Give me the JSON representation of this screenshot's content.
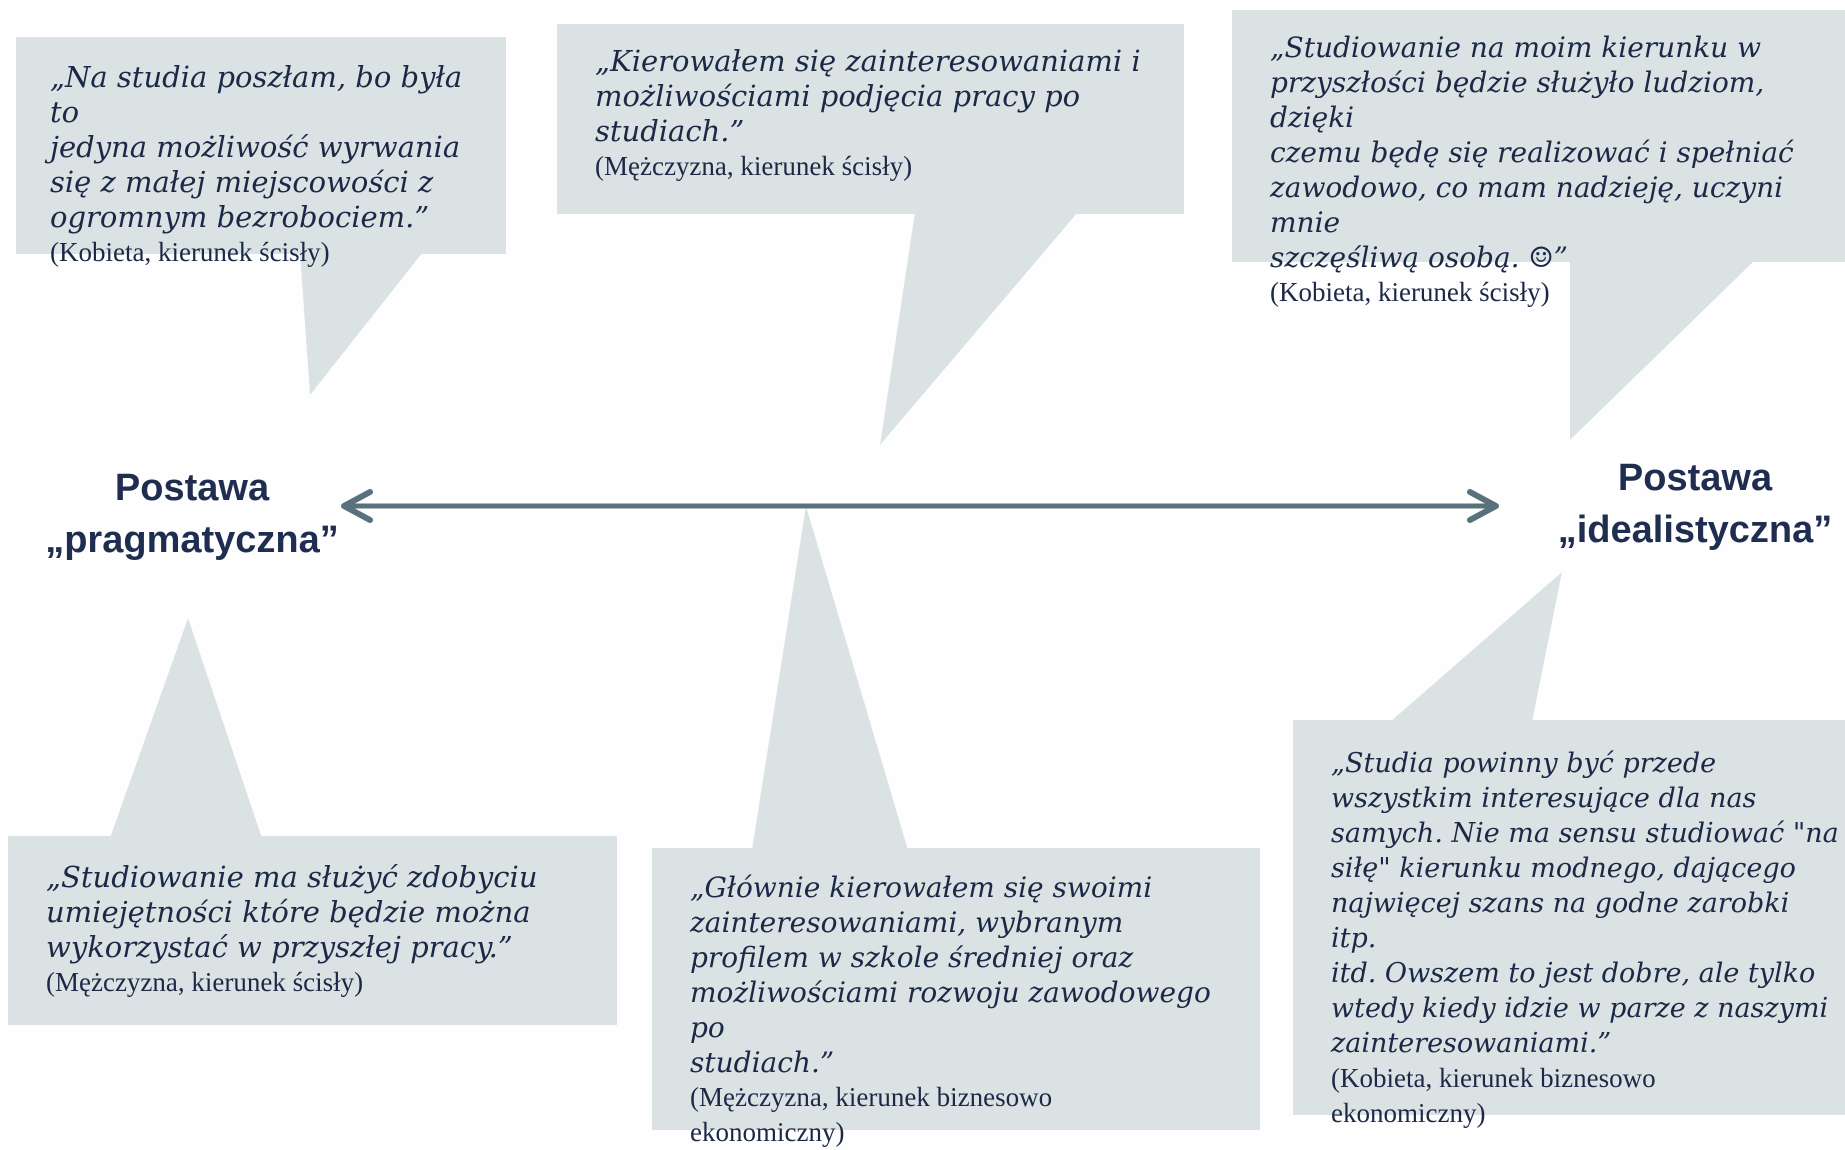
{
  "axis": {
    "left_label": "Postawa\n„pragmatyczna”",
    "right_label": "Postawa\n„idealistyczna”",
    "arrow_color": "#59717a"
  },
  "colors": {
    "bubble": "#dbe2e4",
    "text": "#1b2947"
  },
  "quotes": [
    {
      "text": "„Na studia poszłam, bo była to\njedyna możliwość wyrwania\nsię z małej miejscowości z\nogromnym bezrobociem.”",
      "author": "(Kobieta, kierunek ścisły)"
    },
    {
      "text": "„Kierowałem się zainteresowaniami i\nmożliwościami podjęcia pracy po\nstudiach.”",
      "author": "(Mężczyzna, kierunek ścisły)"
    },
    {
      "text": "„Studiowanie na moim kierunku w\nprzyszłości będzie służyło ludziom, dzięki\nczemu będę się realizować i spełniać\nzawodowo, co mam nadzieję, uczyni mnie\nszczęśliwą osobą. ☺”",
      "author": "(Kobieta, kierunek ścisły)"
    },
    {
      "text": "„Studiowanie ma służyć zdobyciu\numiejętności które będzie można\nwykorzystać w przyszłej pracy.”",
      "author": "(Mężczyzna, kierunek ścisły)"
    },
    {
      "text": "„Głównie kierowałem się swoimi\nzainteresowaniami, wybranym\nprofilem w szkole średniej oraz\nmożliwościami rozwoju zawodowego po\nstudiach.”",
      "author": "(Mężczyzna, kierunek  biznesowo\nekonomiczny)"
    },
    {
      "text": "„Studia powinny być przede\nwszystkim interesujące dla nas\nsamych. Nie ma sensu studiować \"na\nsiłę\" kierunku modnego, dającego\nnajwięcej szans na godne zarobki itp.\nitd. Owszem to jest dobre, ale tylko\nwtedy kiedy idzie w parze z naszymi\nzainteresowaniami.”",
      "author": "(Kobieta, kierunek  biznesowo\nekonomiczny)"
    }
  ]
}
